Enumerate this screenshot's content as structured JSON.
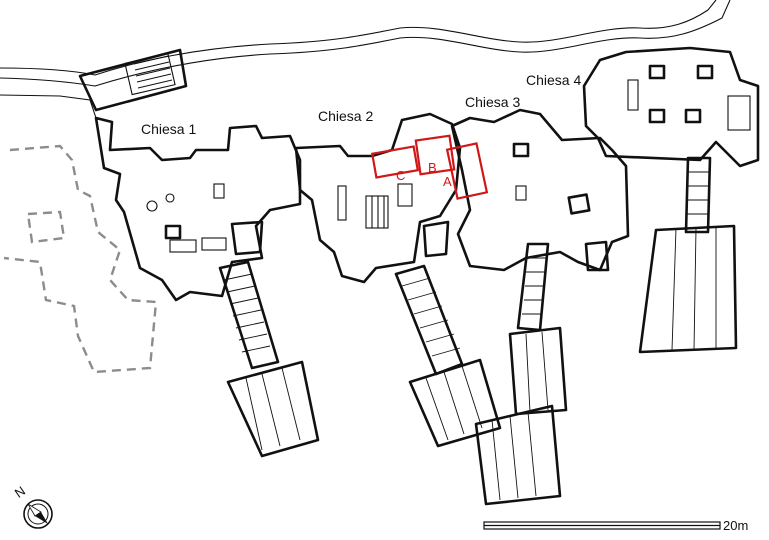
{
  "labels": {
    "church1": "Chiesa 1",
    "church2": "Chiesa 2",
    "church3": "Chiesa 3",
    "church4": "Chiesa 4"
  },
  "markers": {
    "a": "A",
    "b": "B",
    "c": "C"
  },
  "scale": {
    "label": "20m"
  },
  "compass": {
    "label": "N",
    "icon": "north-arrow-icon"
  },
  "colors": {
    "highlight": "#d01818",
    "wall": "#111111",
    "ruin": "#8c8c8c"
  }
}
